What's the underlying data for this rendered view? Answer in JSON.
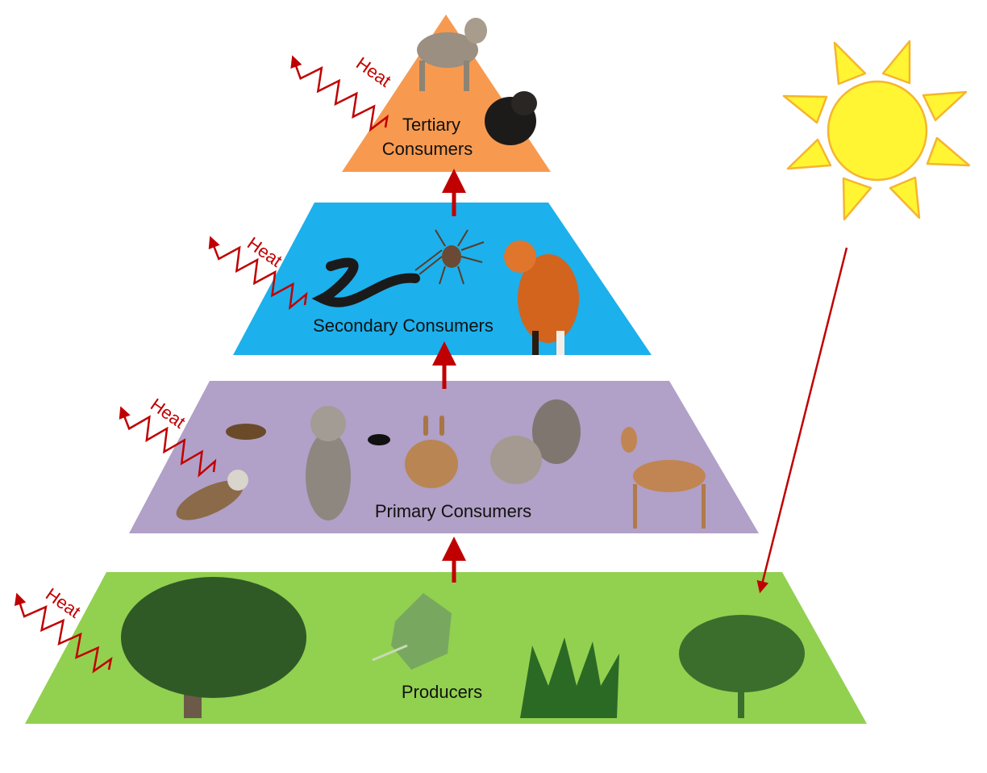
{
  "diagram": {
    "levels": [
      {
        "id": "producers",
        "label": "Producers",
        "color": "#92D050",
        "organisms": [
          "oak-tree",
          "leaf",
          "grass",
          "fern"
        ]
      },
      {
        "id": "primary",
        "label": "Primary Consumers",
        "color": "#B1A0C7",
        "organisms": [
          "cricket",
          "sparrow",
          "raccoon",
          "beetle",
          "rabbit",
          "squirrel",
          "deer"
        ]
      },
      {
        "id": "secondary",
        "label": "Secondary Consumers",
        "color": "#1CB0EC",
        "organisms": [
          "snake",
          "spider",
          "fox"
        ]
      },
      {
        "id": "tertiary",
        "label_line1": "Tertiary",
        "label_line2": "Consumers",
        "color": "#F79A50",
        "organisms": [
          "coyote",
          "bear"
        ]
      }
    ],
    "heat_label": "Heat",
    "arrow_color": "#C00000",
    "sun": {
      "fill": "#FFF533",
      "stroke": "#F5B52E"
    }
  }
}
